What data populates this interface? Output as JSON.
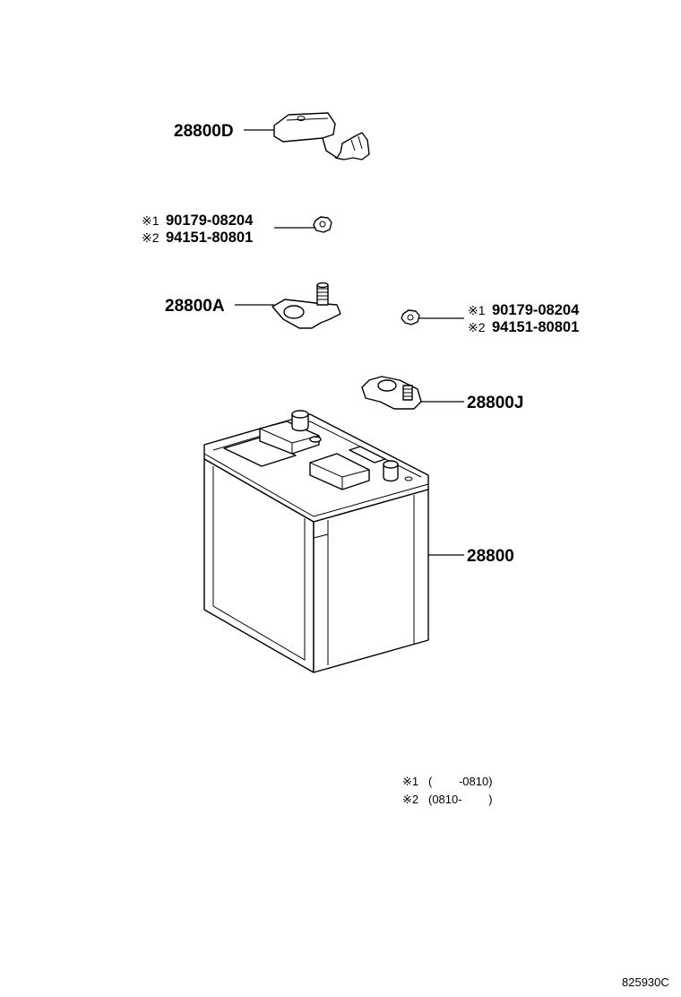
{
  "labels": {
    "cover": "28800D",
    "bolt_a": {
      "mark": "※1",
      "number": "90179-08204"
    },
    "bolt_b": {
      "mark": "※2",
      "number": "94151-80801"
    },
    "clamp_pos": "28800A",
    "nut_a": {
      "mark": "※1",
      "number": "90179-08204"
    },
    "nut_b": {
      "mark": "※2",
      "number": "94151-80801"
    },
    "clamp_neg": "28800J",
    "battery": "28800"
  },
  "notes": [
    {
      "mark": "※1",
      "text": "(　　 -0810)"
    },
    {
      "mark": "※2",
      "text": "(0810-　　 )"
    }
  ],
  "figure_id": "825930C"
}
